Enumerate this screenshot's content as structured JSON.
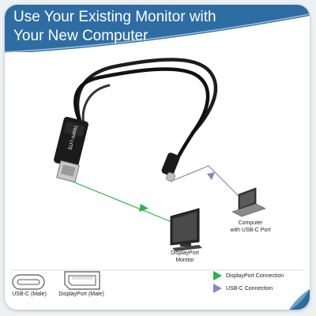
{
  "title": {
    "line1": "Use Your Existing Monitor with",
    "line2": "Your New Computer"
  },
  "cable": {
    "brand_label": "TRIPP·LITE"
  },
  "devices": {
    "monitor_label_line1": "DisplayPort",
    "monitor_label_line2": "Monitor",
    "computer_label_line1": "Computer",
    "computer_label_line2": "with USB-C Port"
  },
  "connectors": {
    "usbc_label": "USB-C (Male)",
    "displayport_label": "DisplayPort (Male)"
  },
  "legend": {
    "displayport_connection": "DisplayPort Connection",
    "usbc_connection": "USB-C Connection"
  },
  "colors": {
    "header_blue": "#2d6da3",
    "displayport_arrow": "#2bb34a",
    "usbc_arrow": "#8c86c4"
  },
  "icons": {
    "displayport_arrow": "green-triangle-icon",
    "usbc_arrow": "purple-triangle-icon"
  }
}
